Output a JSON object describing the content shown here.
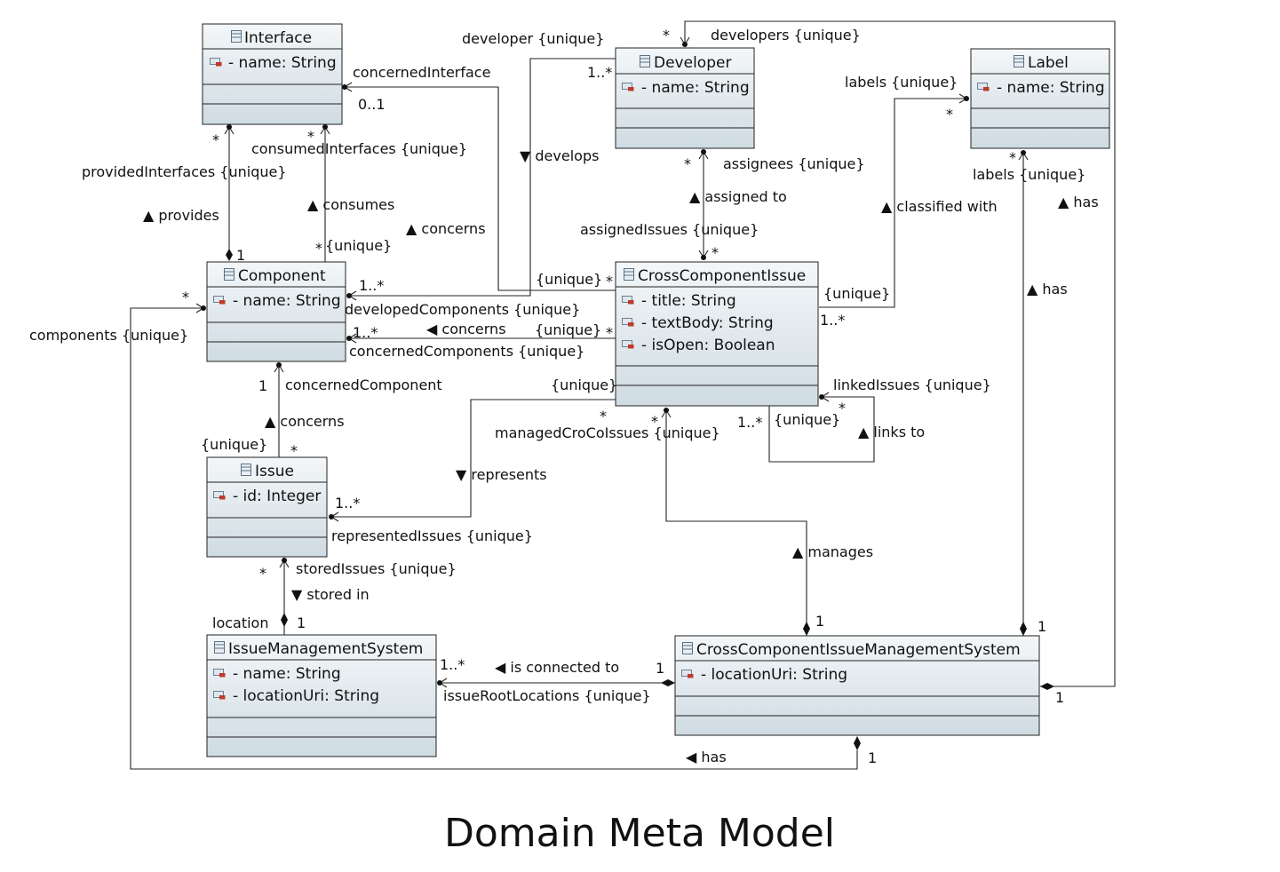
{
  "title": "Domain Meta Model",
  "colors": {
    "box_top": "#f4f7f9",
    "box_bottom": "#cfdbe2",
    "line": "#222222"
  },
  "icons": {
    "class": "class-icon",
    "attribute": "attribute-icon"
  },
  "classes": {
    "interface": {
      "name": "Interface",
      "attributes": [
        "- name: String"
      ]
    },
    "developer": {
      "name": "Developer",
      "attributes": [
        "- name: String"
      ]
    },
    "label": {
      "name": "Label",
      "attributes": [
        "- name: String"
      ]
    },
    "component": {
      "name": "Component",
      "attributes": [
        "- name: String"
      ]
    },
    "cci": {
      "name": "CrossComponentIssue",
      "attributes": [
        "- title: String",
        "- textBody: String",
        "- isOpen: Boolean"
      ]
    },
    "issue": {
      "name": "Issue",
      "attributes": [
        "- id: Integer"
      ]
    },
    "ims": {
      "name": "IssueManagementSystem",
      "attributes": [
        "- name: String",
        "- locationUri: String"
      ]
    },
    "ccims": {
      "name": "CrossComponentIssueManagementSystem",
      "attributes": [
        "- locationUri: String"
      ]
    }
  },
  "labels": {
    "concernedInterface": "concernedInterface",
    "interface_mult_01": "0..1",
    "developer_unique": "developer {unique}",
    "developer_mult_1n": "1..*",
    "develops": "▼ develops",
    "developers_star": "*",
    "developers_unique": "developers {unique}",
    "labels_unique_top": "labels {unique}",
    "label_star_top": "*",
    "label_star_bottom": "*",
    "labels_unique_bottom": "labels {unique}",
    "has_right": "▲ has",
    "classified_with": "▲ classified with",
    "has_mid": "▲ has",
    "iface_prov_star": "*",
    "iface_cons_star": "*",
    "consumedInterfaces": "consumedInterfaces {unique}",
    "providedInterfaces": "providedInterfaces {unique}",
    "provides": "▲ provides",
    "consumes": "▲ consumes",
    "concerns_top": "▲ concerns",
    "comp_prov_1": "1",
    "comp_cons_star": "*",
    "comp_cons_unique": "{unique}",
    "dev_star": "*",
    "assignees": "assignees {unique}",
    "assigned_to": "▲ assigned to",
    "assignedIssues": "assignedIssues {unique}",
    "cci_assign_star": "*",
    "comp_dev_1n": "1..*",
    "cci_dev_unique": "{unique}",
    "cci_dev_star": "*",
    "developedComponents": "developedComponents {unique}",
    "comp_conc_1n": "1..*",
    "concerns_mid": "◀ concerns",
    "cci_conc_unique": "{unique}",
    "cci_conc_star": "*",
    "concernedComponents": "concernedComponents {unique}",
    "cci_label_unique": "{unique}",
    "cci_label_1n": "1..*",
    "comp_star_left": "*",
    "components_unique": "components {unique}",
    "comp_issue_1": "1",
    "concernedComponent": "concernedComponent",
    "concerns_issue": "▲ concerns",
    "issue_unique": "{unique}",
    "issue_star": "*",
    "cci_rep_unique": "{unique}",
    "cci_rep_star": "*",
    "cci_managed_star": "*",
    "managedCroCoIssues": "managedCroCoIssues {unique}",
    "link_1n": "1..*",
    "link_unique": "{unique}",
    "linkedIssues": "linkedIssues {unique}",
    "link_star": "*",
    "links_to": "▲ links to",
    "represents": "▼ represents",
    "issue_rep_1n": "1..*",
    "representedIssues": "representedIssues {unique}",
    "issue_store_star": "*",
    "storedIssues": "storedIssues {unique}",
    "stored_in": "▼ stored in",
    "location": "location",
    "ims_store_1": "1",
    "manages": "▲ manages",
    "ccims_manage_1": "1",
    "ccims_label_1": "1",
    "ims_conn_1n": "1..*",
    "is_connected_to": "◀ is connected to",
    "ccims_conn_1": "1",
    "issueRootLocations": "issueRootLocations {unique}",
    "ccims_dev_1": "1",
    "has_bottom": "◀ has",
    "ccims_comp_1": "1"
  }
}
